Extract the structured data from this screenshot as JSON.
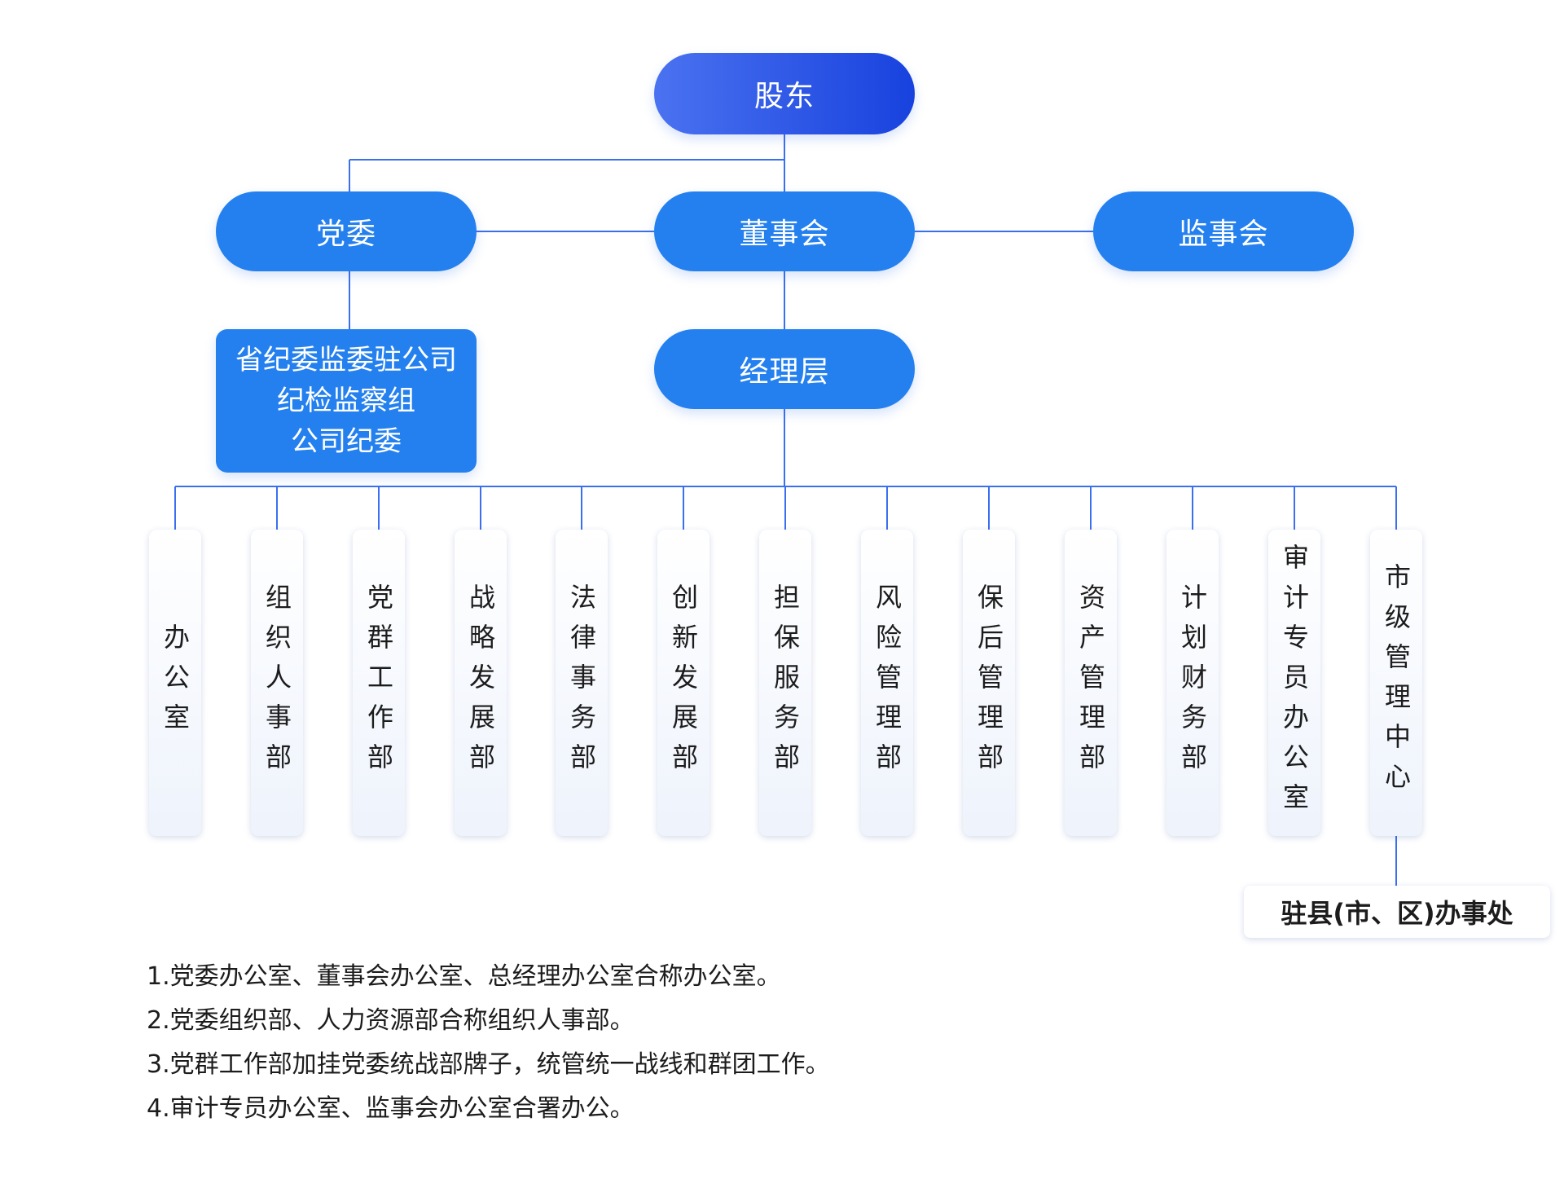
{
  "nodes": {
    "shareholders": "股东",
    "party_committee": "党委",
    "board": "董事会",
    "supervisory_board": "监事会",
    "management": "经理层",
    "discipline": [
      "省纪委监委驻公司",
      "纪检监察组",
      "公司纪委"
    ]
  },
  "departments": [
    "办公室",
    "组织人事部",
    "党群工作部",
    "战略发展部",
    "法律事务部",
    "创新发展部",
    "担保服务部",
    "风险管理部",
    "保后管理部",
    "资产管理部",
    "计划财务部",
    "审计专员办公室",
    "市级管理中心"
  ],
  "sub_office": "驻县(市、区)办事处",
  "notes": [
    "1.党委办公室、董事会办公室、总经理办公室合称办公室。",
    "2.党委组织部、人力资源部合称组织人事部。",
    "3.党群工作部加挂党委统战部牌子，统管统一战线和群团工作。",
    "4.审计专员办公室、监事会办公室合署办公。"
  ],
  "colors": {
    "node_blue": "#2480ef",
    "top_gradient_start": "#4a72f0",
    "top_gradient_end": "#1842de",
    "connector": "#3a6ff0"
  }
}
